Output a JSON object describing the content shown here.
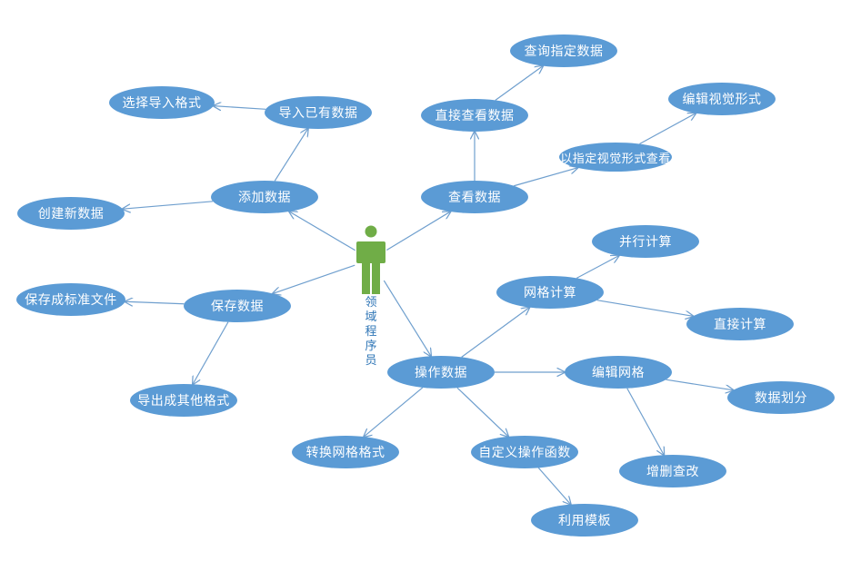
{
  "actor": {
    "label": "领域程序员",
    "color": "#70ad47"
  },
  "colors": {
    "node_fill": "#5b9bd5",
    "edge": "#6f9fce",
    "node_text": "#ffffff"
  },
  "nodes": [
    {
      "id": "add",
      "label": "添加数据"
    },
    {
      "id": "import",
      "label": "导入已有数据"
    },
    {
      "id": "select_format",
      "label": "选择导入格式"
    },
    {
      "id": "create",
      "label": "创建新数据"
    },
    {
      "id": "save",
      "label": "保存数据"
    },
    {
      "id": "save_std",
      "label": "保存成标准文件"
    },
    {
      "id": "export",
      "label": "导出成其他格式"
    },
    {
      "id": "view",
      "label": "查看数据"
    },
    {
      "id": "direct_view",
      "label": "直接查看数据"
    },
    {
      "id": "query",
      "label": "查询指定数据"
    },
    {
      "id": "visual_view",
      "label": "以指定视觉形式查看"
    },
    {
      "id": "edit_visual",
      "label": "编辑视觉形式"
    },
    {
      "id": "operate",
      "label": "操作数据"
    },
    {
      "id": "grid_calc",
      "label": "网格计算"
    },
    {
      "id": "parallel",
      "label": "并行计算"
    },
    {
      "id": "direct_calc",
      "label": "直接计算"
    },
    {
      "id": "edit_grid",
      "label": "编辑网格"
    },
    {
      "id": "partition",
      "label": "数据划分"
    },
    {
      "id": "crud",
      "label": "增删查改"
    },
    {
      "id": "convert",
      "label": "转换网格格式"
    },
    {
      "id": "custom_func",
      "label": "自定义操作函数"
    },
    {
      "id": "template",
      "label": "利用模板"
    }
  ],
  "edges": [
    [
      "actor",
      "add"
    ],
    [
      "actor",
      "save"
    ],
    [
      "actor",
      "view"
    ],
    [
      "actor",
      "operate"
    ],
    [
      "add",
      "import"
    ],
    [
      "import",
      "select_format"
    ],
    [
      "add",
      "create"
    ],
    [
      "save",
      "save_std"
    ],
    [
      "save",
      "export"
    ],
    [
      "view",
      "direct_view"
    ],
    [
      "direct_view",
      "query"
    ],
    [
      "view",
      "visual_view"
    ],
    [
      "visual_view",
      "edit_visual"
    ],
    [
      "operate",
      "grid_calc"
    ],
    [
      "grid_calc",
      "parallel"
    ],
    [
      "grid_calc",
      "direct_calc"
    ],
    [
      "operate",
      "edit_grid"
    ],
    [
      "edit_grid",
      "partition"
    ],
    [
      "edit_grid",
      "crud"
    ],
    [
      "operate",
      "convert"
    ],
    [
      "operate",
      "custom_func"
    ],
    [
      "custom_func",
      "template"
    ]
  ]
}
